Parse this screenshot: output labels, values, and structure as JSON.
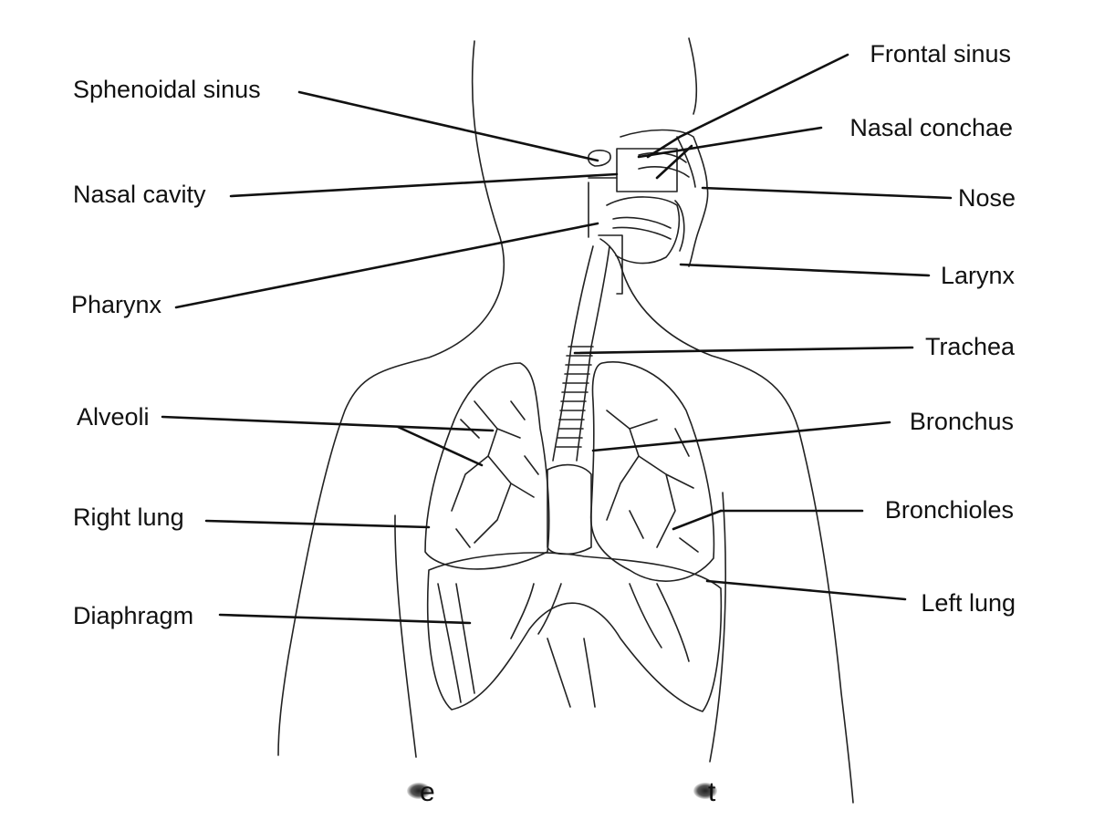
{
  "labels": {
    "sphenoidal_sinus": "Sphenoidal sinus",
    "nasal_cavity": "Nasal cavity",
    "pharynx": "Pharynx",
    "alveoli": "Alveoli",
    "right_lung": "Right lung",
    "diaphragm": "Diaphragm",
    "frontal_sinus": "Frontal sinus",
    "nasal_conchae": "Nasal conchae",
    "nose": "Nose",
    "larynx": "Larynx",
    "trachea": "Trachea",
    "bronchus": "Bronchus",
    "bronchioles": "Bronchioles",
    "left_lung": "Left lung"
  },
  "edge_marks": {
    "left": "e",
    "right": "t"
  }
}
